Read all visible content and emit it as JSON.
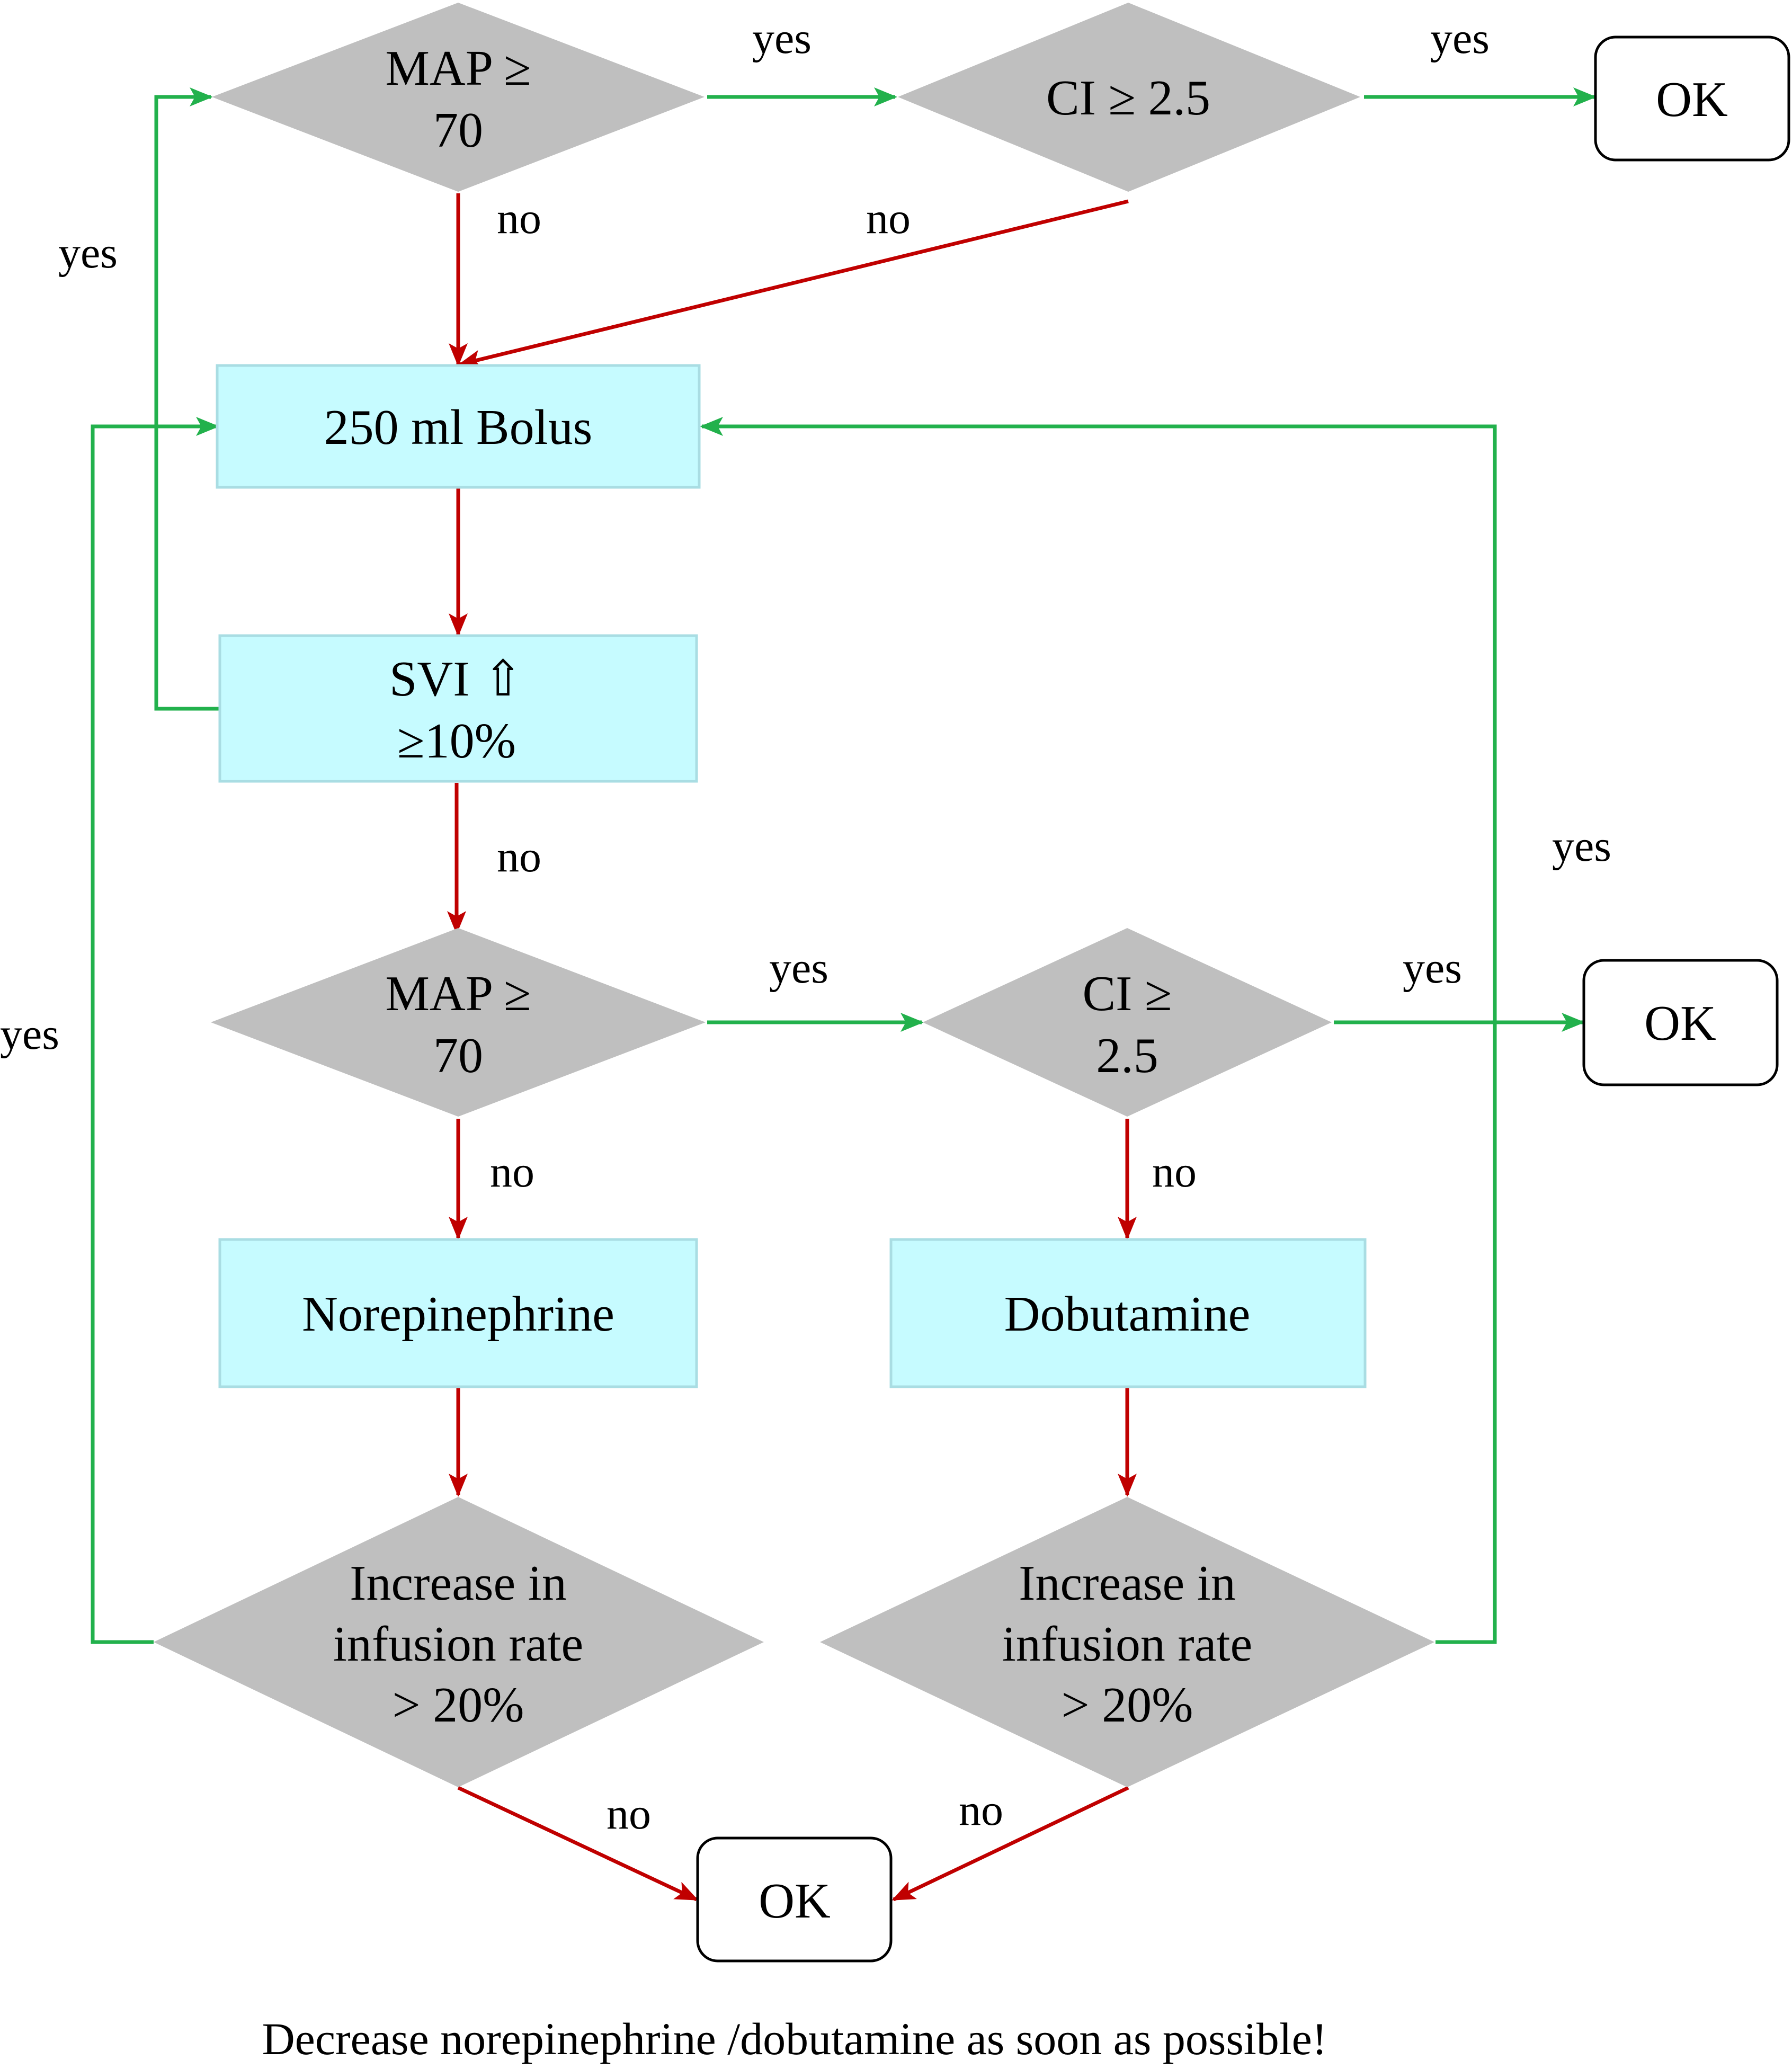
{
  "colors": {
    "decision_fill": "#bfbfbf",
    "process_fill": "#c6fbff",
    "process_stroke": "#a9dde3",
    "terminal_stroke": "#000000",
    "yes_edge": "#22b14c",
    "no_edge": "#c00000"
  },
  "nodes": {
    "map_top": {
      "line1": "MAP ≥",
      "line2": "70"
    },
    "ci_top": {
      "line1": "CI ≥ 2.5"
    },
    "ok_top": {
      "line1": "OK"
    },
    "bolus": {
      "line1": "250 ml Bolus"
    },
    "svi": {
      "line1": "SVI ⇧",
      "line2": "≥10%"
    },
    "map_mid": {
      "line1": "MAP ≥",
      "line2": "70"
    },
    "ci_mid": {
      "line1": "CI ≥",
      "line2": "2.5"
    },
    "ok_mid": {
      "line1": "OK"
    },
    "norepinephrine": {
      "line1": "Norepinephrine"
    },
    "dobutamine": {
      "line1": "Dobutamine"
    },
    "increase_left": {
      "line1": "Increase in",
      "line2": "infusion rate",
      "line3": "> 20%"
    },
    "increase_right": {
      "line1": "Increase in",
      "line2": "infusion rate",
      "line3": "> 20%"
    },
    "ok_bottom": {
      "line1": "OK"
    }
  },
  "edge_labels": {
    "map_top_yes": "yes",
    "ci_top_yes": "yes",
    "map_top_no": "no",
    "ci_top_no": "no",
    "svi_yes": "yes",
    "right_loop_yes": "yes",
    "svi_no": "no",
    "left_loop_yes": "yes",
    "map_mid_yes": "yes",
    "ci_mid_yes": "yes",
    "map_mid_no": "no",
    "ci_mid_no": "no",
    "increase_left_no": "no",
    "increase_right_no": "no"
  },
  "footer": "Decrease norepinephrine /dobutamine as soon as possible!"
}
